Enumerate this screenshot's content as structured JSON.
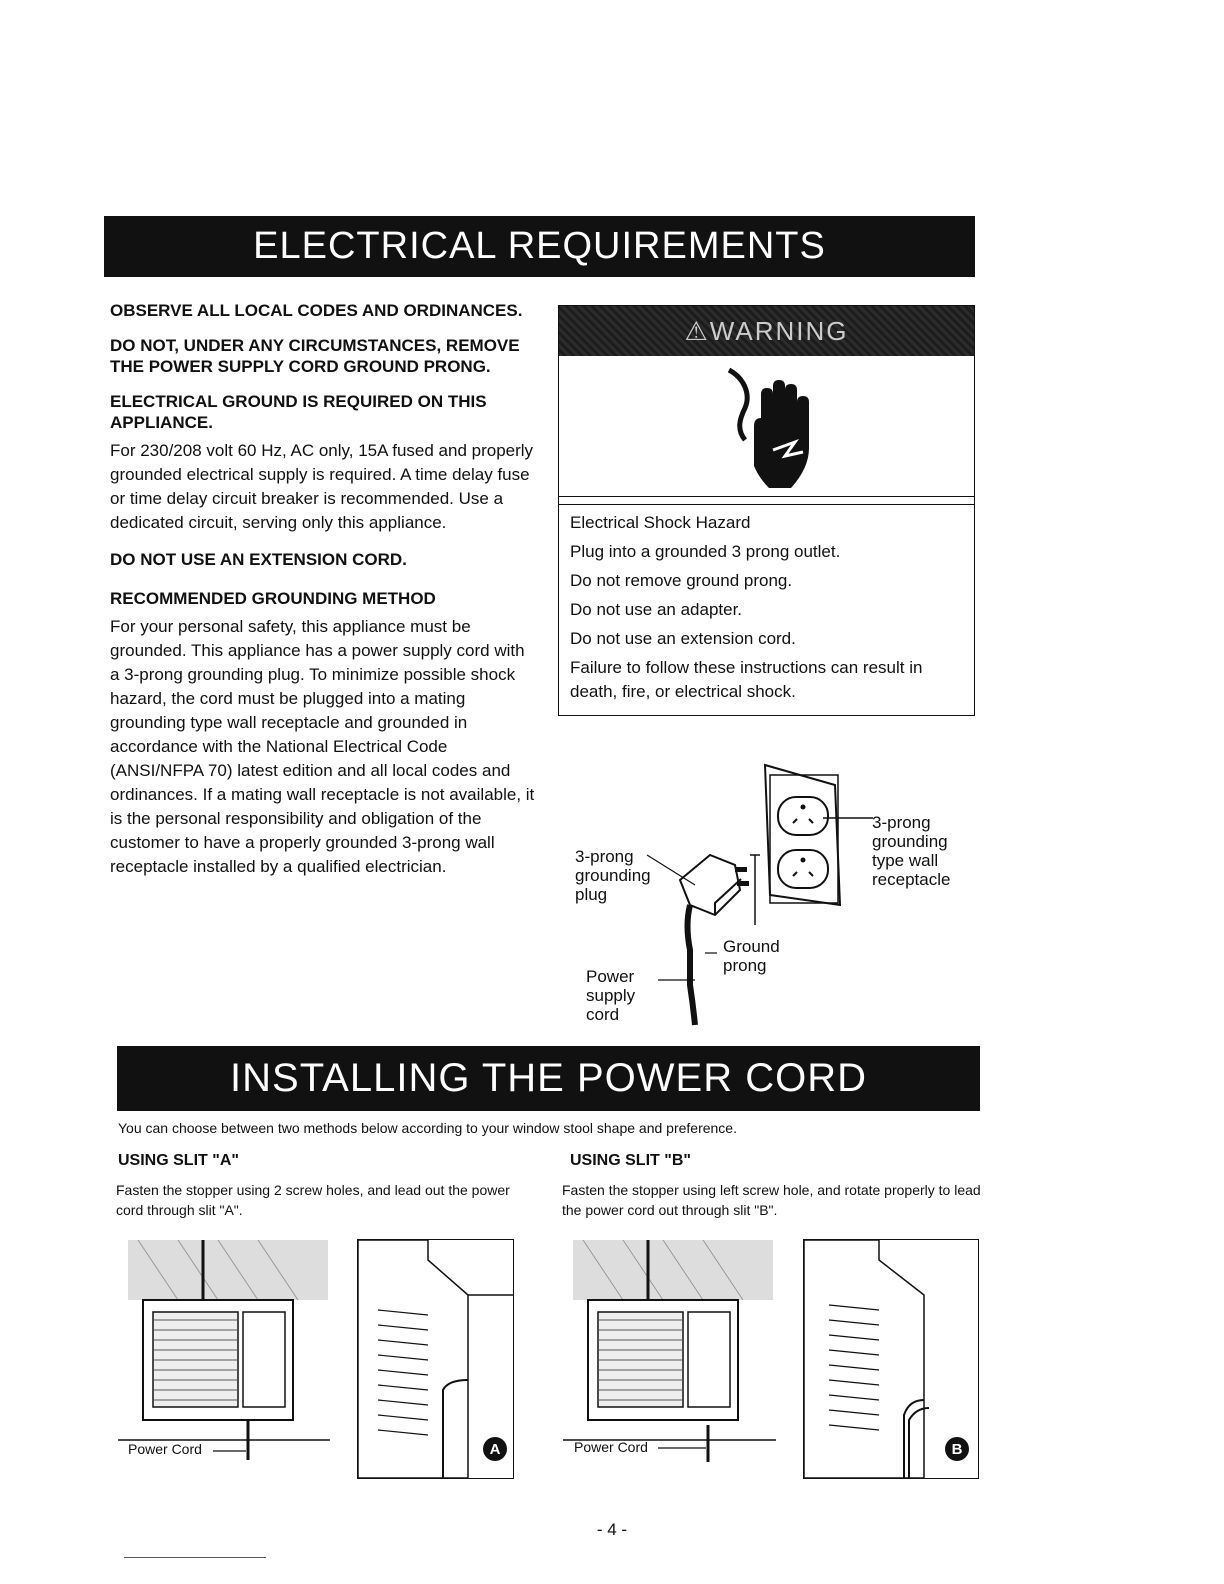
{
  "section1": {
    "title": "ELECTRICAL REQUIREMENTS",
    "heading_codes": "OBSERVE ALL LOCAL CODES AND ORDINANCES.",
    "heading_prong": "DO NOT, UNDER ANY CIRCUMSTANCES, REMOVE THE POWER SUPPLY CORD GROUND PRONG.",
    "heading_ground": "ELECTRICAL GROUND IS REQUIRED ON THIS APPLIANCE.",
    "para_supply": "For 230/208 volt 60 Hz, AC only, 15A fused and properly grounded electrical supply is required. A time delay fuse or time delay circuit breaker is recommended. Use a dedicated circuit, serving only this appliance.",
    "heading_extension": "DO NOT USE AN EXTENSION CORD.",
    "heading_method": "RECOMMENDED GROUNDING METHOD",
    "para_method": "For your personal safety, this appliance must be grounded. This appliance has a power supply cord with a 3-prong grounding plug. To minimize possible shock hazard, the cord must be plugged into a mating grounding type wall receptacle and grounded in accordance with the National Electrical Code (ANSI/NFPA 70) latest edition and all local codes and ordinances. If a mating wall receptacle is not available, it is the personal responsibility and obligation of the customer to have a properly grounded 3-prong wall receptacle installed by a qualified electrician."
  },
  "warning": {
    "header": "⚠WARNING",
    "lines": [
      "Electrical Shock Hazard",
      "Plug into a grounded 3 prong outlet.",
      "Do not remove ground prong.",
      "Do not use an adapter.",
      "Do not use an extension cord.",
      "Failure to follow these instructions can result in death, fire, or electrical shock."
    ]
  },
  "diagram": {
    "plug_label": "3-prong grounding plug",
    "receptacle_label": "3-prong grounding type wall receptacle",
    "ground_label": "Ground prong",
    "cord_label": "Power supply cord"
  },
  "section2": {
    "title": "INSTALLING THE POWER CORD",
    "intro": "You can choose between two methods below according to your window stool shape and preference.",
    "slit_a_heading": "USING SLIT \"A\"",
    "slit_a_text": "Fasten the stopper using 2 screw holes, and lead out the power cord through slit \"A\".",
    "slit_b_heading": "USING SLIT \"B\"",
    "slit_b_text": "Fasten the stopper using left screw hole, and rotate properly to lead the power cord out through slit \"B\".",
    "power_cord_label": "Power Cord",
    "badge_a": "A",
    "badge_b": "B"
  },
  "page_number": "- 4 -"
}
